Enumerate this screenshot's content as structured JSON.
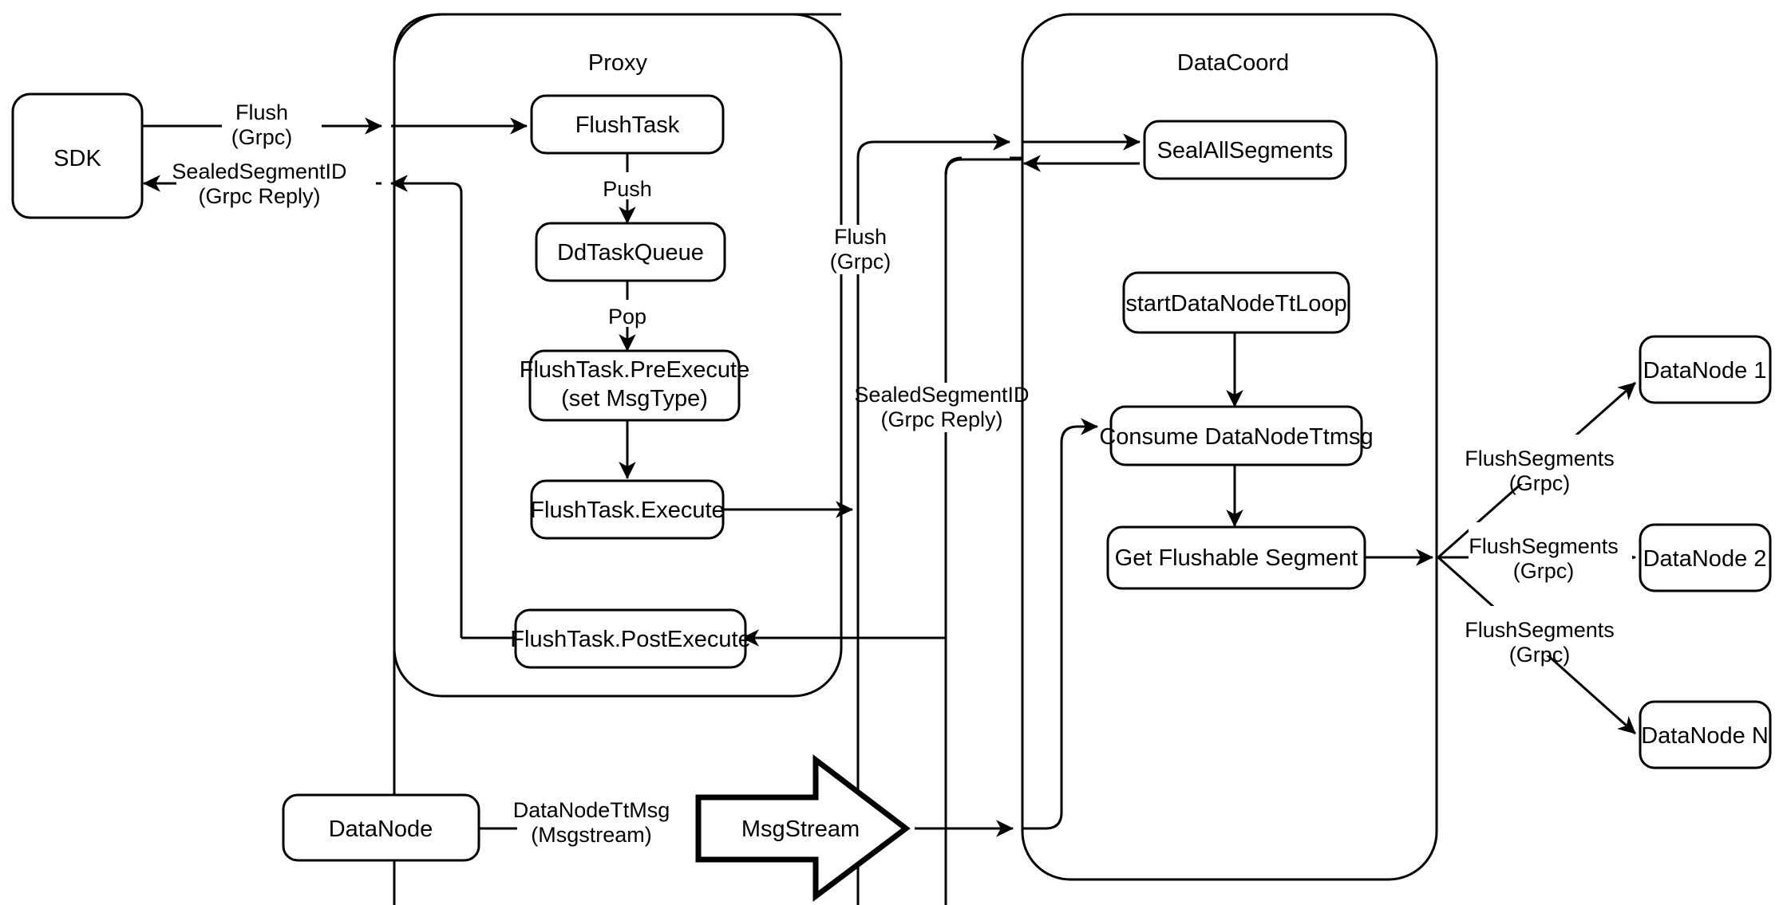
{
  "diagram": {
    "title": "Milvus Flush Sequence Architecture",
    "background": "#ffffff",
    "stroke": "#000000"
  },
  "containers": {
    "proxy": {
      "label": "Proxy"
    },
    "datacoord": {
      "label": "DataCoord"
    }
  },
  "nodes": {
    "sdk": {
      "label": "SDK"
    },
    "flush_task": {
      "label": "FlushTask"
    },
    "dd_task_queue": {
      "label": "DdTaskQueue"
    },
    "pre_execute_line1": {
      "label": "FlushTask.PreExecute"
    },
    "pre_execute_line2": {
      "label": "(set MsgType)"
    },
    "execute": {
      "label": "FlushTask.Execute"
    },
    "post_execute": {
      "label": "FlushTask.PostExecute"
    },
    "seal_all_segments": {
      "label": "SealAllSegments"
    },
    "start_tt_loop": {
      "label": "startDataNodeTtLoop"
    },
    "consume_tt_msg": {
      "label": "Consume DataNodeTtmsg"
    },
    "get_flushable_segment": {
      "label": "Get Flushable Segment"
    },
    "datanode_source": {
      "label": "DataNode"
    },
    "msgstream": {
      "label": "MsgStream"
    },
    "datanode_1": {
      "label": "DataNode 1"
    },
    "datanode_2": {
      "label": "DataNode 2"
    },
    "datanode_n": {
      "label": "DataNode N"
    }
  },
  "edge_labels": {
    "sdk_to_proxy_l1": "Flush",
    "sdk_to_proxy_l2": "(Grpc)",
    "proxy_to_sdk_l1": "SealedSegmentID",
    "proxy_to_sdk_l2": "(Grpc Reply)",
    "push": "Push",
    "pop": "Pop",
    "proxy_to_coord_l1": "Flush",
    "proxy_to_coord_l2": "(Grpc)",
    "coord_to_proxy_l1": "SealedSegmentID",
    "coord_to_proxy_l2": "(Grpc Reply)",
    "datanode_tt_l1": "DataNodeTtMsg",
    "datanode_tt_l2": "(Msgstream)",
    "flush_seg_1_l1": "FlushSegments",
    "flush_seg_1_l2": "(Grpc)",
    "flush_seg_2_l1": "FlushSegments",
    "flush_seg_2_l2": "(Grpc)",
    "flush_seg_n_l1": "FlushSegments",
    "flush_seg_n_l2": "(Grpc)"
  }
}
